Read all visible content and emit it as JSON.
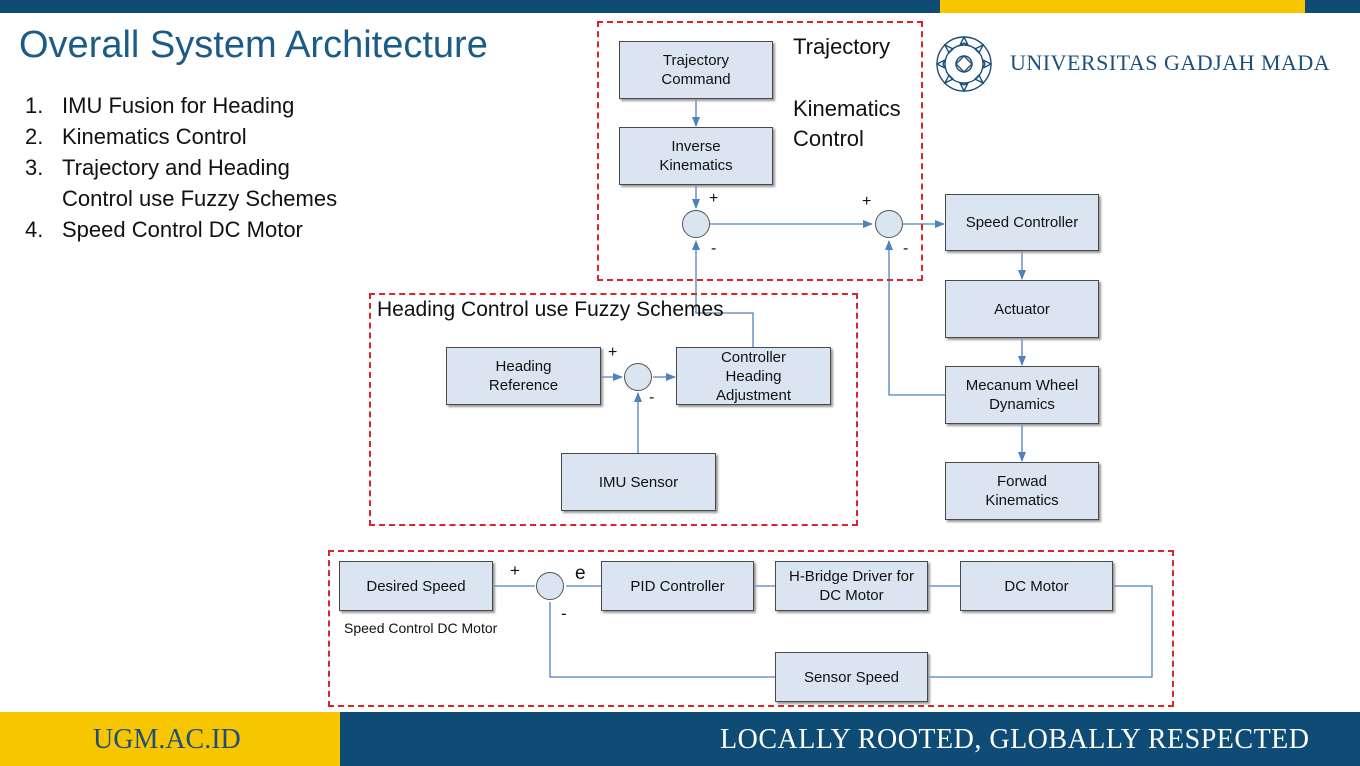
{
  "slide": {
    "title": "Overall System Architecture",
    "points": [
      {
        "num": "1.",
        "lines": [
          "IMU Fusion for Heading"
        ]
      },
      {
        "num": "2.",
        "lines": [
          "Kinematics Control"
        ]
      },
      {
        "num": "3.",
        "lines": [
          "Trajectory and Heading",
          "Control use Fuzzy Schemes"
        ]
      },
      {
        "num": "4.",
        "lines": [
          "Speed Control DC Motor"
        ]
      }
    ]
  },
  "branding": {
    "university": "UNIVERSITAS GADJAH MADA",
    "url": "UGM.AC.ID",
    "tagline": "LOCALLY ROOTED, GLOBALLY RESPECTED",
    "colors": {
      "blue": "#0f4c75",
      "yellow": "#f7c600",
      "dashed_border": "#d9262b",
      "block_fill": "#dbe5f1",
      "wire": "#4f81bd"
    }
  },
  "diagram": {
    "trajectory_group": {
      "label_a": "Trajectory",
      "label_b_1": "Kinematics",
      "label_b_2": "Control",
      "trajectory_command": [
        "Trajectory",
        "Command"
      ],
      "inverse_kinematics": [
        "Inverse",
        "Kinematics"
      ]
    },
    "speed_controller": "Speed Controller",
    "actuator": "Actuator",
    "mecanum_wheel_dynamics": [
      "Mecanum Wheel",
      "Dynamics"
    ],
    "forward_kinematics": [
      "Forwad",
      "Kinematics"
    ],
    "heading_group": {
      "label": "Heading Control use Fuzzy Schemes",
      "heading_reference": [
        "Heading",
        "Reference"
      ],
      "controller_heading_adjustment": [
        "Controller",
        "Heading",
        "Adjustment"
      ],
      "imu_sensor": "IMU Sensor"
    },
    "speed_group": {
      "label": "Speed Control DC Motor",
      "desired_speed": "Desired Speed",
      "pid_controller": "PID Controller",
      "hbridge": [
        "H-Bridge Driver for",
        "DC Motor"
      ],
      "dc_motor": "DC Motor",
      "sensor_speed": "Sensor Speed",
      "error_label": "e"
    },
    "signs": {
      "plus": "+",
      "minus": "-"
    }
  }
}
